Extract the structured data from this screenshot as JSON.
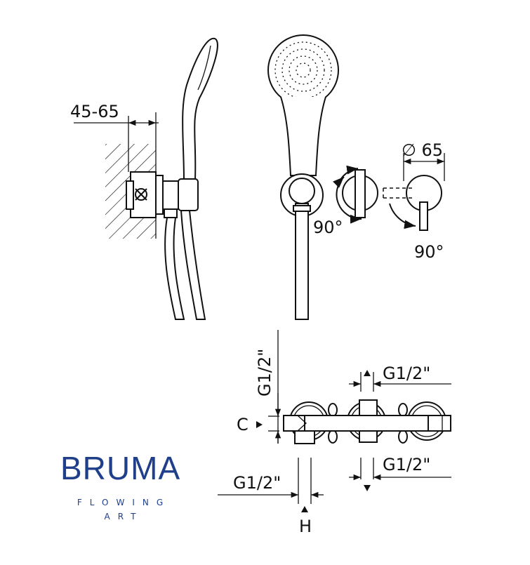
{
  "dimensions": {
    "wall_depth": "45-65",
    "diameter": "∅ 65",
    "rotation_left": "90°",
    "rotation_right": "90°",
    "thread_vertical": "G1/2\"",
    "thread_top_right": "G1/2\"",
    "thread_bottom_right": "G1/2\"",
    "thread_bottom_left": "G1/2\"",
    "label_c": "C",
    "label_h": "H"
  },
  "logo": {
    "brand": "BRUMA",
    "tagline_1": "FLOWING",
    "tagline_2": "ART",
    "color": "#1f3f8a"
  }
}
